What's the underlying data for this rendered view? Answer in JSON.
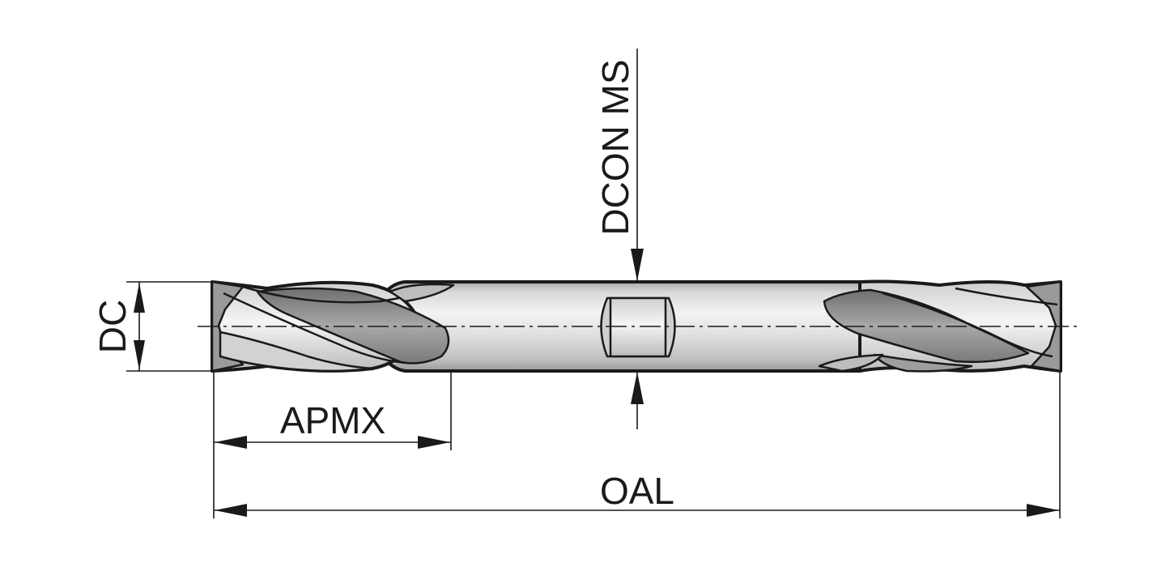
{
  "diagram": {
    "labels": {
      "dc": "DC",
      "dcon_ms": "DCON MS",
      "apmx": "APMX",
      "oal": "OAL"
    },
    "colors": {
      "line": "#1a1a1a",
      "body_light": "#eeeeee",
      "body_mid": "#c4c4c4",
      "flute_dark": "#8f8f8f",
      "flat": "#dcdcdc"
    }
  }
}
